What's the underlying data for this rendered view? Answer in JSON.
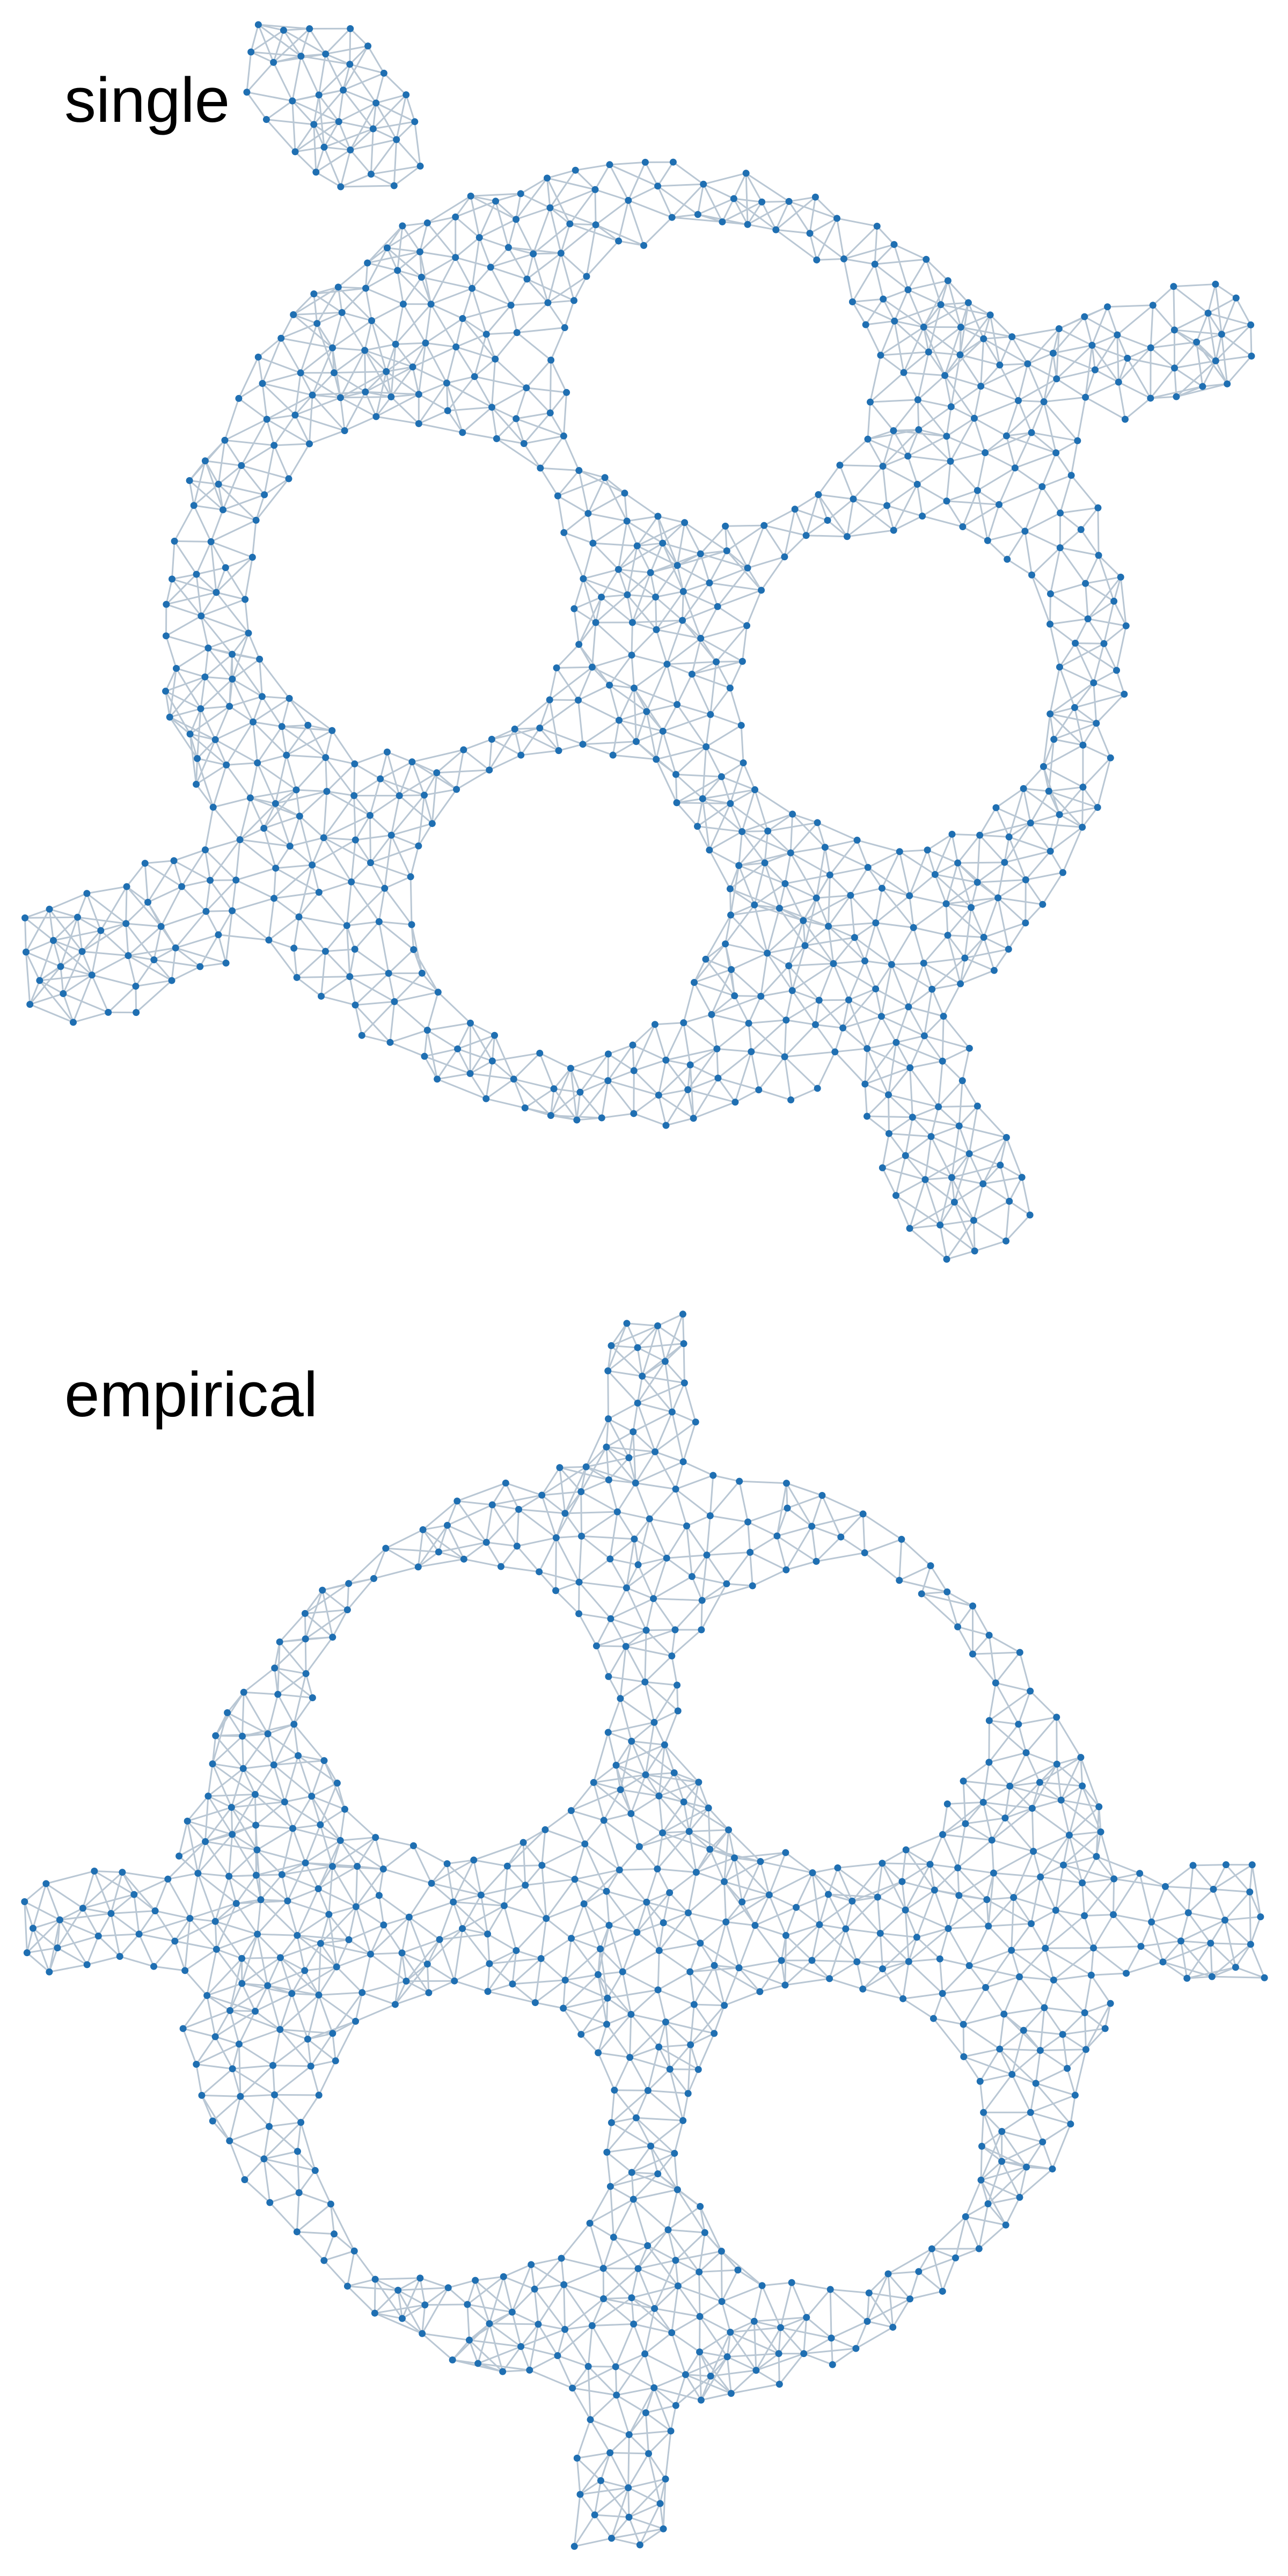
{
  "panels": [
    {
      "id": "single",
      "label": "single"
    },
    {
      "id": "empirical",
      "label": "empirical"
    }
  ],
  "colors": {
    "node": "#1f6fb2",
    "edge": "#b9c7d4",
    "background": "#ffffff",
    "label": "#000000"
  }
}
